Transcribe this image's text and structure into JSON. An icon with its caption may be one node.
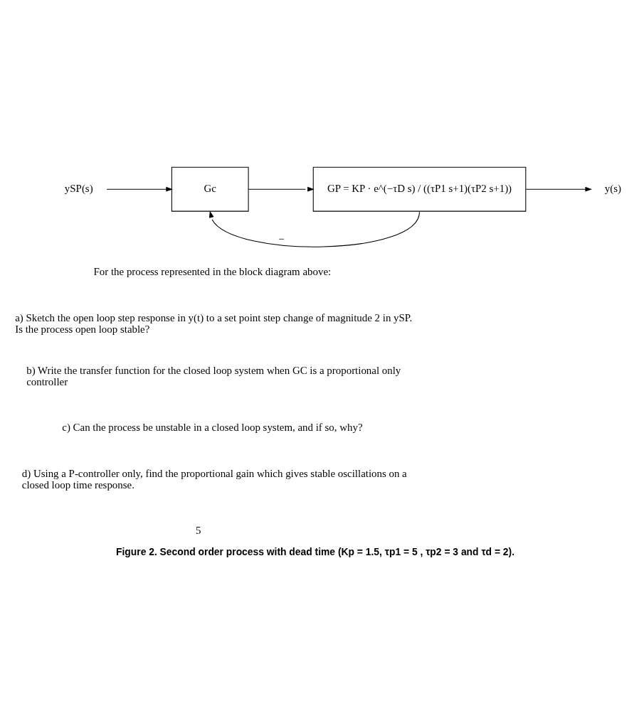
{
  "diagram": {
    "caption": "Figure 2. Second order process with dead time (Kp = 1.5, τp1 = 5 , τp2 = 3 and τd = 2).",
    "nodes": [
      {
        "text": [
          "ySP(s)"
        ]
      },
      {
        "text": [
          "Gc"
        ]
      },
      {
        "text": [
          "GP = KP · e^(−τD s) / ((τP1 s+1)(τP2 s+1))"
        ]
      },
      {
        "text": [
          "y(s)"
        ]
      }
    ],
    "edges": [
      {
        "from": 0,
        "to": 1,
        "arrow": "to"
      },
      {
        "from": 1,
        "to": 2,
        "arrow": "to"
      },
      {
        "from": 2,
        "to": 3,
        "arrow": "to"
      },
      {
        "from": 2,
        "to": 1,
        "arrow": "to",
        "label": "−"
      }
    ],
    "labels": [
      "For the process represented in the block diagram above:",
      "a) Sketch the open loop step response in y(t) to a set point step change of magnitude 2 in ySP. Is the process open loop stable?",
      "b) Write the transfer function for the closed loop system when GC is a proportional only controller",
      "c) Can the process be unstable in a closed loop system, and if so, why?",
      "d) Using a P-controller only, find the proportional gain which gives stable oscillations on a closed loop time response.",
      "5"
    ]
  }
}
